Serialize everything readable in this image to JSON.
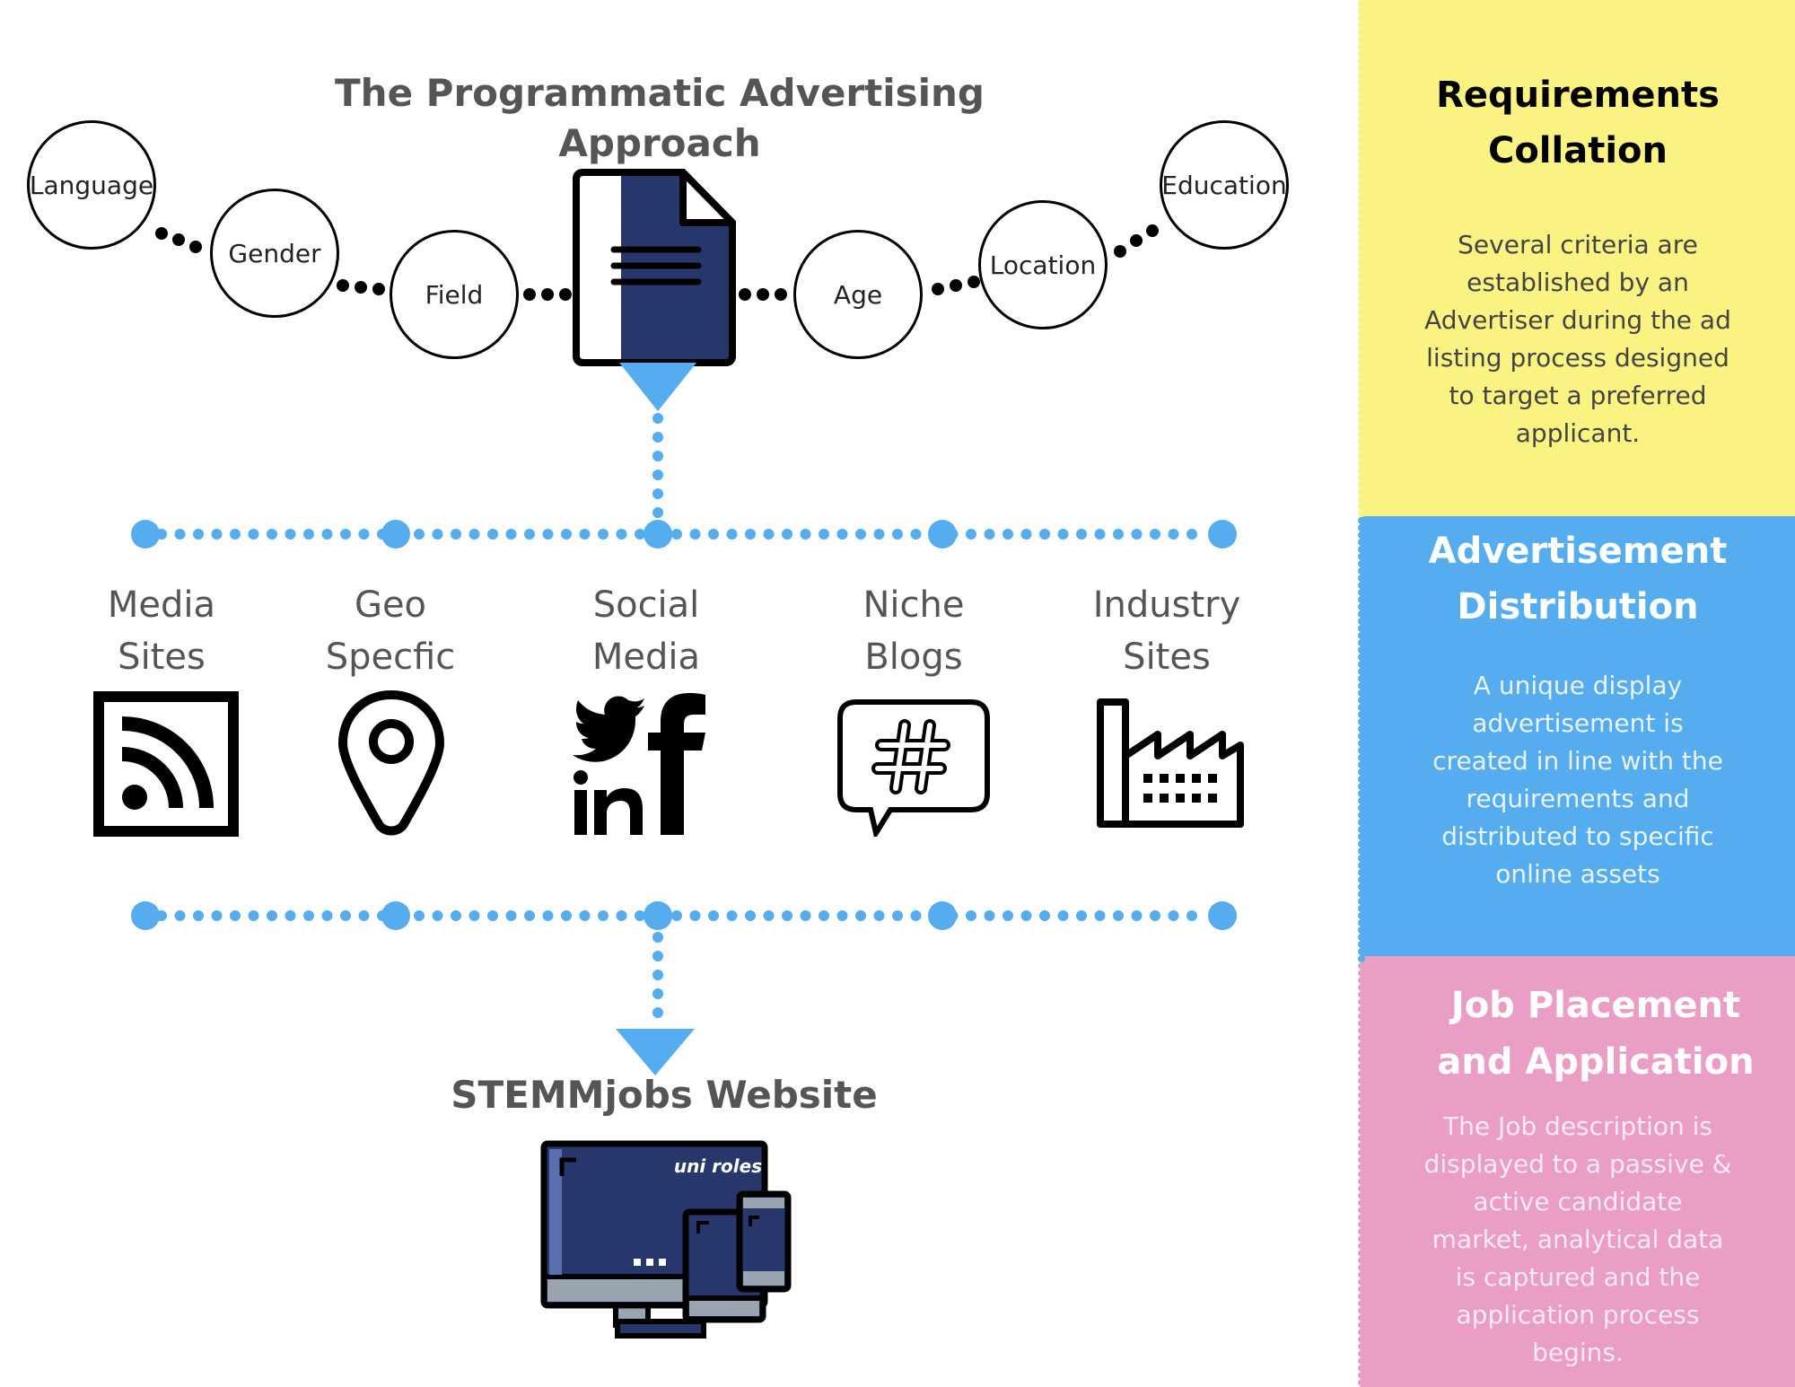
{
  "title": "The Programmatic Advertising Approach",
  "criteria": [
    "Language",
    "Gender",
    "Field",
    "Age",
    "Location",
    "Education"
  ],
  "channels": [
    {
      "line1": "Media",
      "line2": "Sites",
      "icon": "rss-icon"
    },
    {
      "line1": "Geo",
      "line2": "Specfic",
      "icon": "location-pin-icon"
    },
    {
      "line1": "Social",
      "line2": "Media",
      "icon": "social-media-icon"
    },
    {
      "line1": "Niche",
      "line2": "Blogs",
      "icon": "hashtag-chat-icon"
    },
    {
      "line1": "Industry",
      "line2": "Sites",
      "icon": "factory-icon"
    }
  ],
  "website_label": "STEMMjobs Website",
  "monitor_logo": "uni roles",
  "panels": {
    "requirements": {
      "title_line1": "Requirements",
      "title_line2": "Collation",
      "body": [
        "Several criteria are",
        "established by an",
        "Advertiser during the ad",
        "listing process designed",
        "to target a preferred",
        "applicant."
      ]
    },
    "distribution": {
      "title_line1": "Advertisement",
      "title_line2": "Distribution",
      "body": [
        "A unique display",
        "advertisement is",
        "created in line with the",
        "requirements and",
        "distributed to specific",
        "online assets"
      ]
    },
    "placement": {
      "title_line1": "Job Placement",
      "title_line2": "and Application",
      "body": [
        "The Job description is",
        "displayed to a passive &",
        "active candidate",
        "market, analytical data",
        "is captured and the",
        "application process",
        "begins."
      ]
    }
  },
  "colors": {
    "yellow": "#FAF281",
    "blue": "#55ACEE",
    "pink": "#EA9EC5",
    "navy": "#27376B",
    "text_gray": "#555555"
  }
}
